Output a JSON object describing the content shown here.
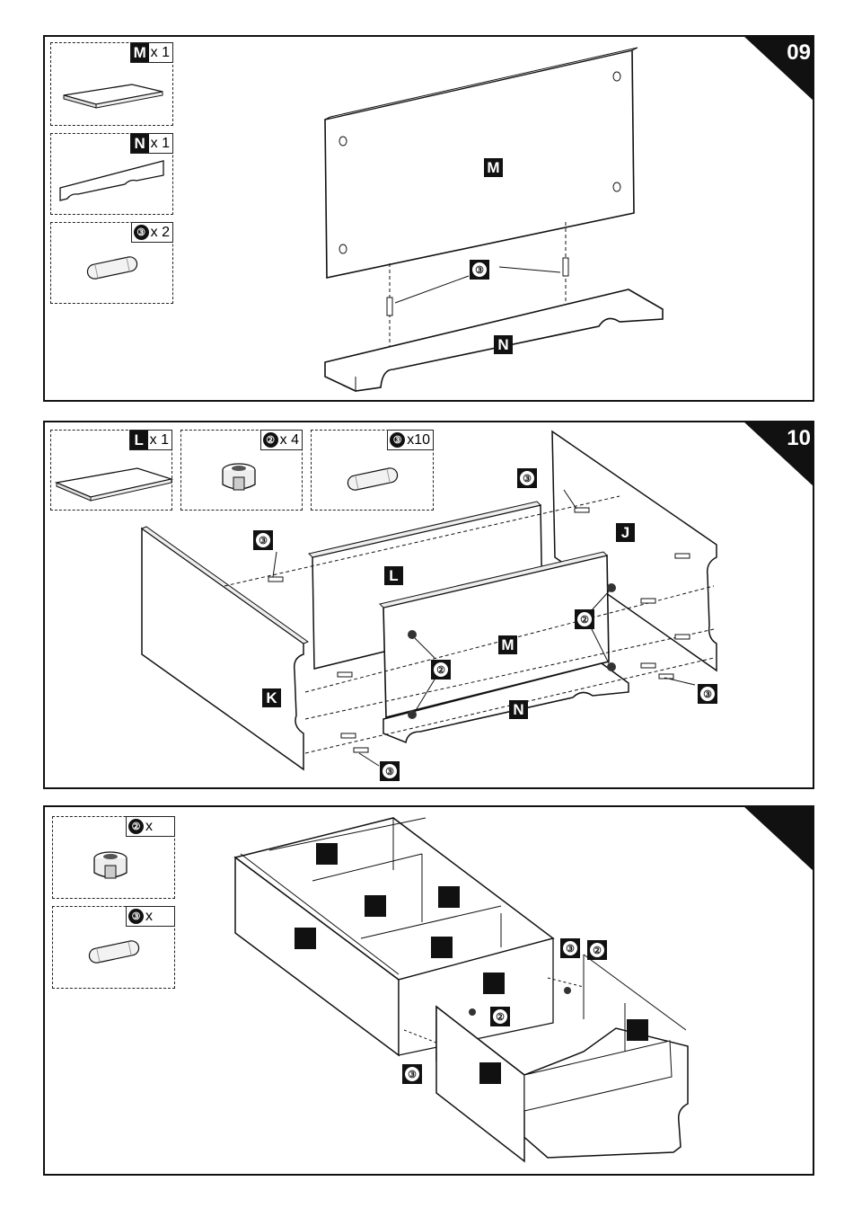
{
  "steps": [
    {
      "number": "09",
      "parts": [
        {
          "tag": "M",
          "qty": "x 1"
        },
        {
          "tag": "N",
          "qty": "x 1"
        },
        {
          "tag": "③",
          "qty": "x 2"
        }
      ],
      "labels": {
        "panel_top": "M",
        "panel_bottom": "N",
        "dowel": "③"
      }
    },
    {
      "number": "10",
      "parts": [
        {
          "tag": "L",
          "qty": "x 1"
        },
        {
          "tag": "②",
          "qty": "x 4"
        },
        {
          "tag": "③",
          "qty": "x10"
        }
      ],
      "labels": {
        "J": "J",
        "K": "K",
        "L": "L",
        "M": "M",
        "N": "N",
        "cam": "②",
        "dowel": "③"
      }
    },
    {
      "number": "",
      "parts": [
        {
          "tag": "②",
          "qty": "x"
        },
        {
          "tag": "③",
          "qty": "x"
        }
      ],
      "labels": {
        "cam": "②",
        "dowel": "③"
      }
    }
  ]
}
